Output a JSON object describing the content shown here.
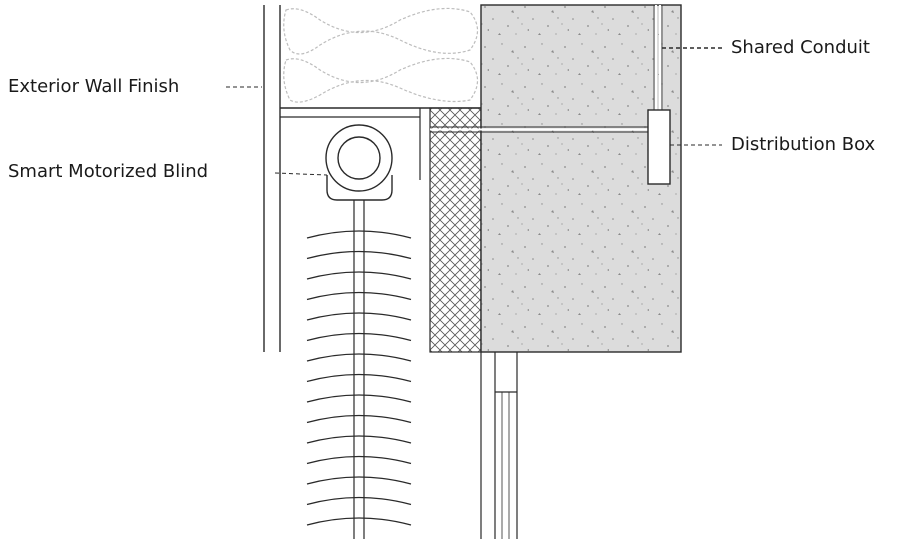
{
  "labels": {
    "exterior_wall_finish": "Exterior Wall Finish",
    "smart_motorized_blind": "Smart Motorized Blind",
    "shared_conduit": "Shared Conduit",
    "distribution_box": "Distribution Box"
  },
  "colors": {
    "line": "#2a2a2a",
    "concrete": "#dcdcdc",
    "insulation_stroke": "#bdbdbd",
    "hatch": "#555555",
    "background": "#ffffff"
  },
  "blind": {
    "slat_count": 15
  }
}
